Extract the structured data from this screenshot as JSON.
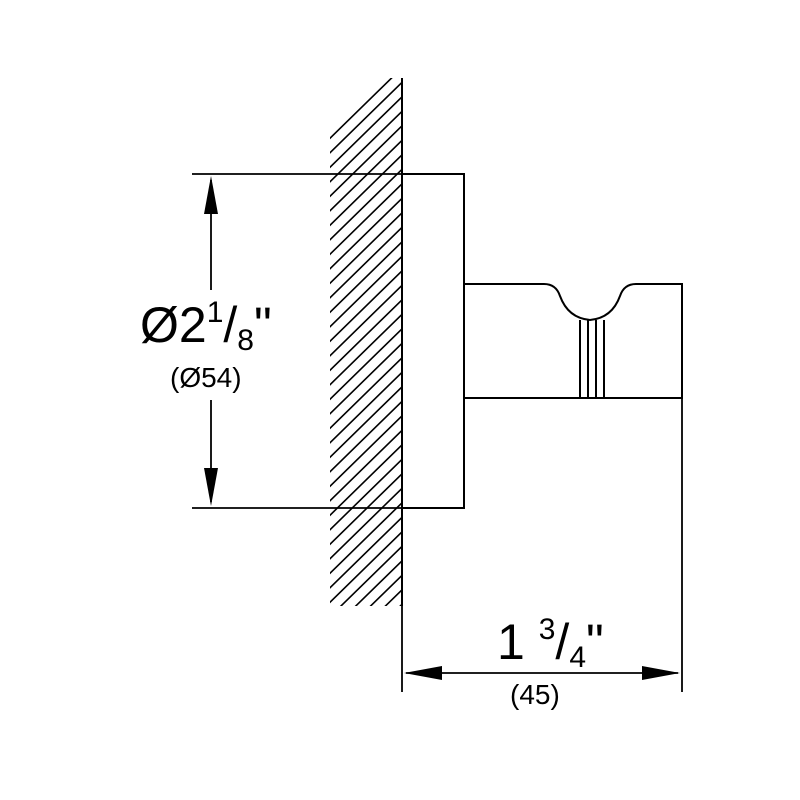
{
  "diagram": {
    "diameter": {
      "whole": "Ø2",
      "num": "1",
      "slash": "/",
      "den": "8",
      "unit": "\"",
      "metric": "(Ø54)"
    },
    "depth": {
      "whole": "1",
      "num": "3",
      "slash": "/",
      "den": "4",
      "unit": "\"",
      "metric": "(45)"
    }
  }
}
